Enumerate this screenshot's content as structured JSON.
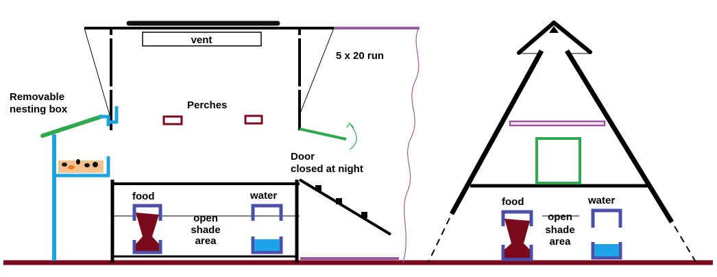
{
  "side_view": {
    "vent_label": "vent",
    "run_label": "5 x 20 run",
    "nesting_label_line1": "Removable",
    "nesting_label_line2": "nesting box",
    "perches_label": "Perches",
    "door_label_line1": "Door",
    "door_label_line2": "closed at night",
    "food_label": "food",
    "water_label": "water",
    "shade_line1": "open",
    "shade_line2": "shade",
    "shade_line3": "area"
  },
  "front_view": {
    "food_label": "food",
    "water_label": "water",
    "shade_line1": "open",
    "shade_line2": "shade",
    "shade_line3": "area"
  },
  "colors": {
    "ground": "#7a0a1e",
    "nest_blue": "#1fa3dc",
    "roof_green": "#2fa84f",
    "run_purple": "#9a5aa0",
    "feeder_blue": "#4b4fa8",
    "food_maroon": "#7a0a1e",
    "water_blue": "#1fa3e8"
  }
}
